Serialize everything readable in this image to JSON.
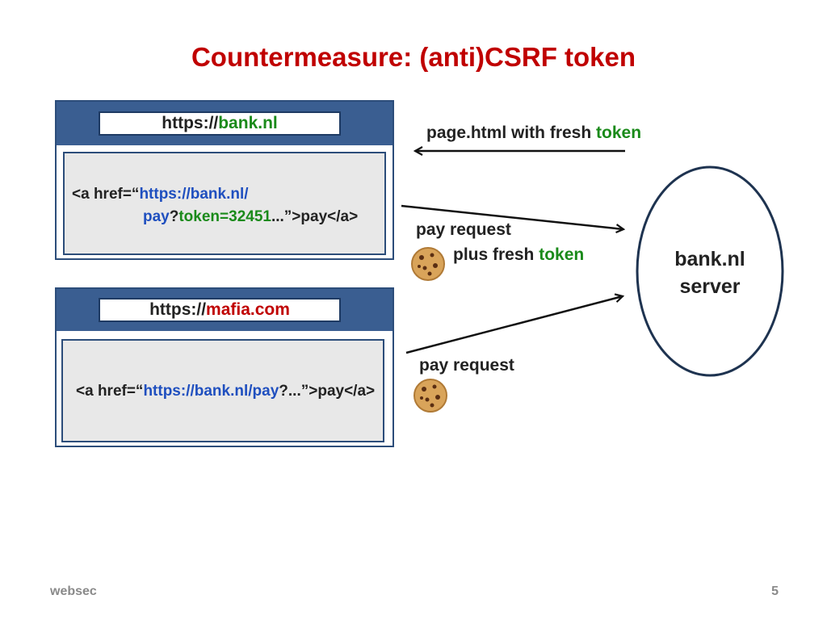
{
  "title": "Countermeasure: (anti)CSRF token",
  "browser_bank": {
    "url_prefix": "https://",
    "url_host": "bank.nl",
    "code_line1_a": "<a href=“",
    "code_line1_b": "https://bank.nl/",
    "code_line2_a": "pay",
    "code_line2_b": "?",
    "code_line2_c": "token=32451",
    "code_line2_d": "...”>pay</a>"
  },
  "browser_mafia": {
    "url_prefix": "https://",
    "url_host": "mafia.com",
    "code_a": "<a href=“",
    "code_b": "https://bank.nl/pay",
    "code_c": "?...”>pay</a>"
  },
  "messages": {
    "response_a": "page.html with fresh ",
    "response_b": "token",
    "pay_request_1": "pay request",
    "plus_a": "plus fresh ",
    "plus_b": "token",
    "pay_request_2": "pay request"
  },
  "server": {
    "line1": "bank.nl",
    "line2": "server"
  },
  "footer": {
    "left": "websec",
    "page_number": "5"
  },
  "colors": {
    "title": "#c00000",
    "url_green": "#1a8a1a",
    "url_red": "#c00000",
    "link_blue": "#1f4fbf",
    "browser_bar": "#3a5e91"
  },
  "icons": [
    "cookie-icon",
    "cookie-icon"
  ]
}
